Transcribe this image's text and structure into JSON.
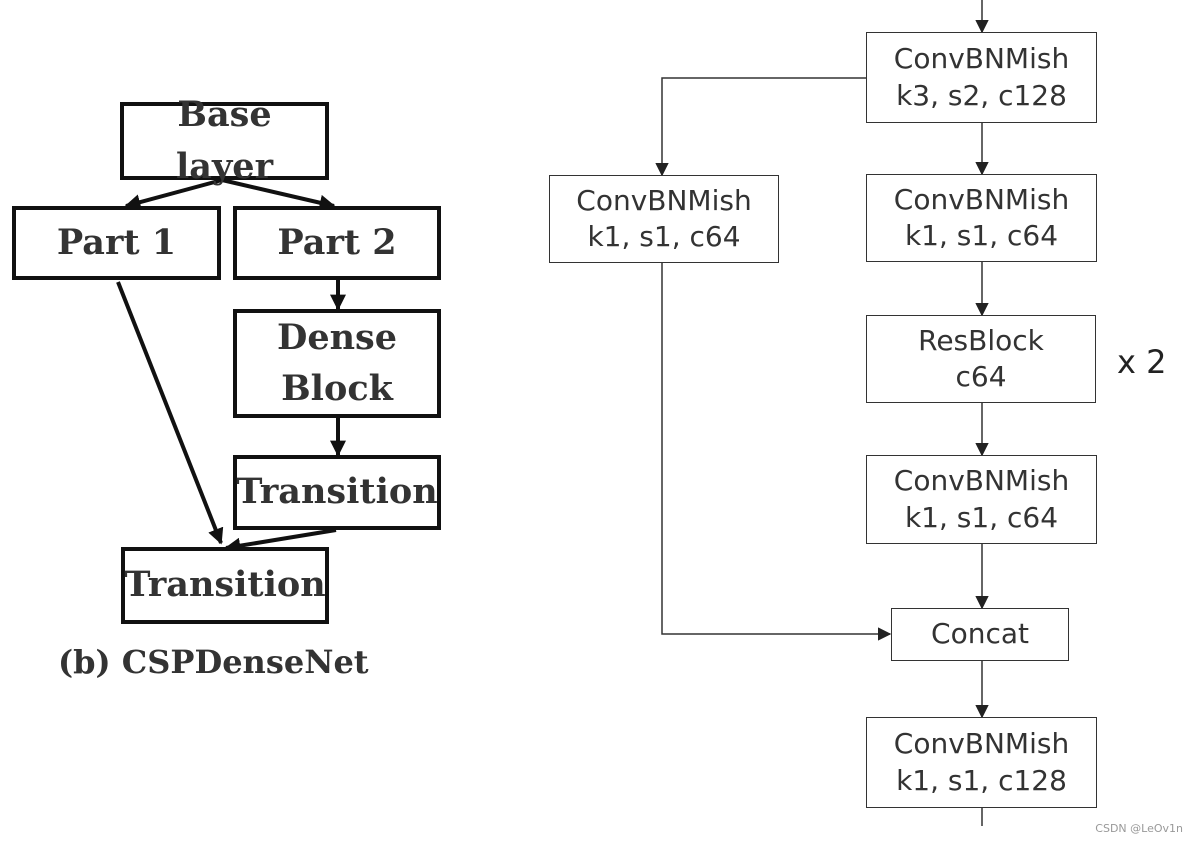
{
  "left_diagram": {
    "base_layer": "Base layer",
    "part1": "Part 1",
    "part2": "Part 2",
    "dense_block_line1": "Dense",
    "dense_block_line2": "Block",
    "transition_inner": "Transition",
    "transition_final": "Transition",
    "caption": "(b) CSPDenseNet"
  },
  "right_diagram": {
    "conv_top": {
      "name": "ConvBNMish",
      "params": "k3, s2, c128"
    },
    "conv_split": {
      "name": "ConvBNMish",
      "params": "k1, s1, c64"
    },
    "conv_main": {
      "name": "ConvBNMish",
      "params": "k1, s1, c64"
    },
    "resblock": {
      "name": "ResBlock",
      "params": "c64"
    },
    "repeat": "x 2",
    "conv_after": {
      "name": "ConvBNMish",
      "params": "k1, s1, c64"
    },
    "concat": "Concat",
    "conv_out": {
      "name": "ConvBNMish",
      "params": "k1, s1, c128"
    }
  },
  "watermark": "CSDN @LeOv1n"
}
